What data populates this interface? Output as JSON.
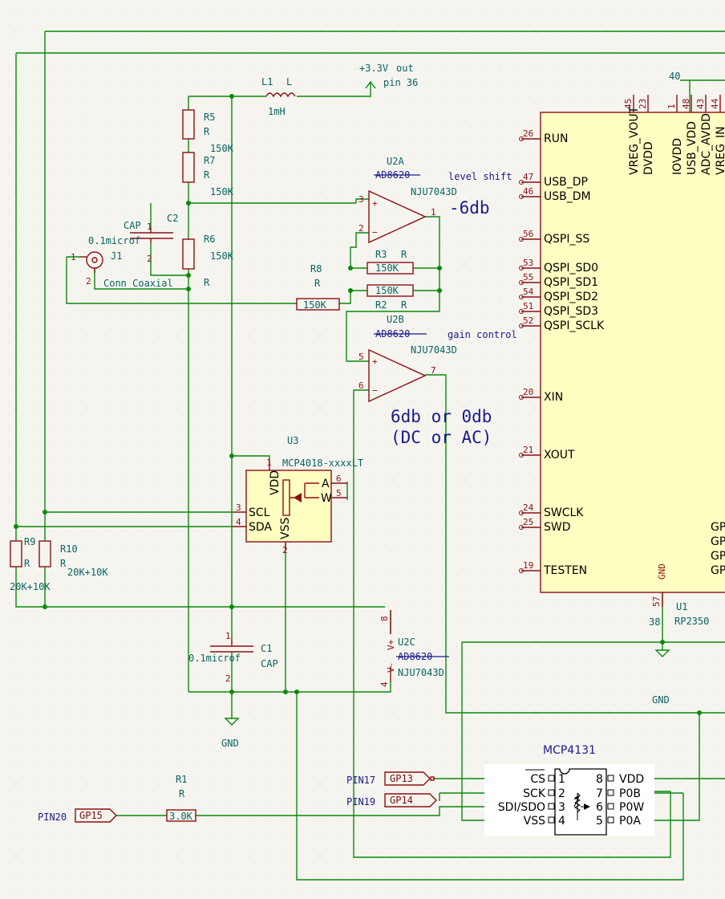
{
  "components": {
    "L1": {
      "ref": "L1",
      "name": "L",
      "value": "1mH"
    },
    "R5": {
      "ref": "R5",
      "name": "R",
      "value": "150K"
    },
    "R7": {
      "ref": "R7",
      "name": "R",
      "value": "150K"
    },
    "R6": {
      "ref": "R6",
      "name": "R",
      "value": "150K"
    },
    "C2": {
      "ref": "C2",
      "name": "CAP",
      "value": "0.1microf"
    },
    "J1": {
      "ref": "J1",
      "name": "Conn_Coaxial",
      "pin1": "1",
      "pin2": "2"
    },
    "R3": {
      "ref": "R3",
      "name": "R",
      "value": "150K"
    },
    "R2": {
      "ref": "R2",
      "name": "R",
      "value": "150K"
    },
    "R8": {
      "ref": "R8",
      "name": "R",
      "value": "150K"
    },
    "U2A": {
      "ref": "U2A",
      "old": "AD8620",
      "part": "NJU7043D",
      "note": "level shift",
      "gain": "-6db",
      "pin_in_p": "3",
      "pin_in_n": "2",
      "pin_out": "1"
    },
    "U2B": {
      "ref": "U2B",
      "old": "AD8620",
      "part": "NJU7043D",
      "note": "gain control",
      "gain_line1": "6db or 0db",
      "gain_line2": "(DC or AC)",
      "pin_in_p": "5",
      "pin_in_n": "6",
      "pin_out": "7"
    },
    "U2C": {
      "ref": "U2C",
      "old": "AD8620",
      "part": "NJU7043D",
      "pin_vp": "8",
      "pin_vm": "4",
      "vp": "V+",
      "vm": "V-"
    },
    "U3": {
      "ref": "U3",
      "part": "MCP4018-xxxxLT",
      "vdd": "VDD",
      "vss": "VSS",
      "scl": "SCL",
      "sda": "SDA",
      "a": "A",
      "w": "W",
      "p1": "1",
      "p2": "2",
      "p3": "3",
      "p4": "4",
      "p5": "5",
      "p6": "6"
    },
    "C1": {
      "ref": "C1",
      "name": "CAP",
      "value": "0.1microf",
      "pin1": "1",
      "pin2": "2"
    },
    "R9": {
      "ref": "R9",
      "name": "R",
      "value": "20K+10K"
    },
    "R10": {
      "ref": "R10",
      "name": "R",
      "value": "20K+10K"
    },
    "R1": {
      "ref": "R1",
      "name": "R",
      "value": "3.0K"
    },
    "U1": {
      "ref": "U1",
      "part": "RP2350"
    },
    "MCP4131": {
      "title": "MCP4131"
    }
  },
  "power": {
    "out_label": "+3.3V",
    "out_word": "out",
    "out_pin": "pin 36",
    "gnd": "GND",
    "n40": "40"
  },
  "u1_pins_left": [
    {
      "num": "26",
      "name": "RUN"
    },
    {
      "num": "47",
      "name": "USB_DP"
    },
    {
      "num": "46",
      "name": "USB_DM"
    },
    {
      "num": "56",
      "name": "QSPI_SS"
    },
    {
      "num": "53",
      "name": "QSPI_SD0"
    },
    {
      "num": "55",
      "name": "QSPI_SD1"
    },
    {
      "num": "54",
      "name": "QSPI_SD2"
    },
    {
      "num": "51",
      "name": "QSPI_SD3"
    },
    {
      "num": "52",
      "name": "QSPI_SCLK"
    },
    {
      "num": "20",
      "name": "XIN"
    },
    {
      "num": "21",
      "name": "XOUT"
    },
    {
      "num": "24",
      "name": "SWCLK"
    },
    {
      "num": "25",
      "name": "SWD"
    },
    {
      "num": "19",
      "name": "TESTEN"
    }
  ],
  "u1_pins_top": [
    {
      "num": "45",
      "name": "VREG_VOUT"
    },
    {
      "num": "23",
      "name": "DVDD"
    },
    {
      "num": "1",
      "name": "IOVDD"
    },
    {
      "num": "48",
      "name": "USB_VDD"
    },
    {
      "num": "43",
      "name": "ADC_AVDD"
    },
    {
      "num": "44",
      "name": "VREG_IN"
    }
  ],
  "u1_gp": [
    "GP",
    "GP",
    "GP",
    "GP"
  ],
  "u1_gnd": {
    "name": "GND",
    "num": "57",
    "extra": "38"
  },
  "nets": {
    "gp13": {
      "pin": "PIN17",
      "label": "GP13"
    },
    "gp14": {
      "pin": "PIN19",
      "label": "GP14"
    },
    "gp15": {
      "pin": "PIN20",
      "label": "GP15"
    }
  },
  "mcp4131_pins": {
    "left": [
      {
        "name": "CS",
        "num": "1"
      },
      {
        "name": "SCK",
        "num": "2"
      },
      {
        "name": "SDI/SDO",
        "num": "3"
      },
      {
        "name": "VSS",
        "num": "4"
      }
    ],
    "right": [
      {
        "name": "VDD",
        "num": "8"
      },
      {
        "name": "P0B",
        "num": "7"
      },
      {
        "name": "P0W",
        "num": "6"
      },
      {
        "name": "P0A",
        "num": "5"
      }
    ]
  }
}
